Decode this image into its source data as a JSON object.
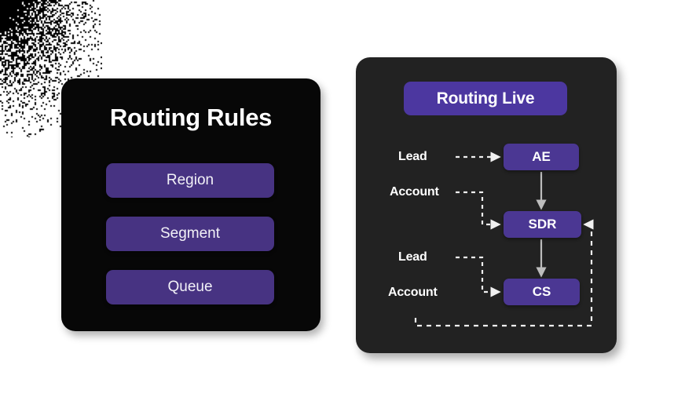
{
  "canvas": {
    "background": "#ffffff",
    "grain_color": "#000000"
  },
  "rules_card": {
    "title": "Routing Rules",
    "background": "#070707",
    "chip_color": "#473382",
    "chips": [
      {
        "label": "Region"
      },
      {
        "label": "Segment"
      },
      {
        "label": "Queue"
      }
    ]
  },
  "flow_card": {
    "background": "#222222",
    "badge": {
      "label": "Routing Live",
      "color": "#4c37a0"
    },
    "node_color": "#4b3793",
    "nodes": [
      {
        "id": "ae",
        "label": "AE"
      },
      {
        "id": "sdr",
        "label": "SDR"
      },
      {
        "id": "cs",
        "label": "CS"
      }
    ],
    "source_labels": [
      {
        "label": "Lead",
        "target": "ae"
      },
      {
        "label": "Account",
        "target": "sdr"
      },
      {
        "label": "Lead",
        "target": "cs"
      },
      {
        "label": "Account",
        "target": "cs"
      }
    ],
    "connectors": [
      {
        "from": "Lead",
        "to": "AE",
        "style": "dashed"
      },
      {
        "from": "AE",
        "to": "SDR",
        "style": "solid"
      },
      {
        "from": "Account",
        "to": "SDR",
        "style": "dashed"
      },
      {
        "from": "SDR",
        "to": "CS",
        "style": "solid"
      },
      {
        "from": "Lead",
        "to": "CS",
        "style": "dashed"
      },
      {
        "from": "Account",
        "to": "CS",
        "style": "dashed"
      },
      {
        "from": "loop",
        "to": "SDR",
        "style": "dashed"
      }
    ]
  }
}
